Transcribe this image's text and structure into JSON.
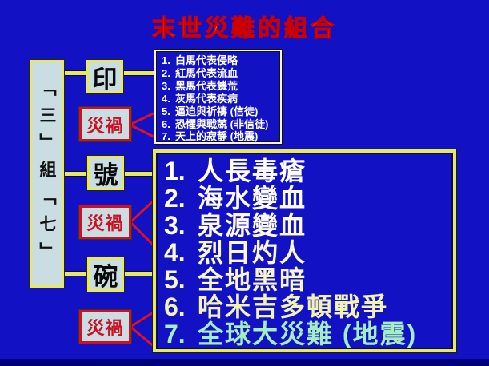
{
  "title": "末世災難的組合",
  "left_panel": {
    "label": "「三」組「七」"
  },
  "branch_boxes": [
    {
      "label": "印"
    },
    {
      "label": "號"
    },
    {
      "label": "碗"
    }
  ],
  "disaster_boxes": [
    {
      "label": "災禍"
    },
    {
      "label": "災禍"
    },
    {
      "label": "災禍"
    }
  ],
  "seal_list": {
    "items": [
      {
        "num": "1.",
        "text": "白馬代表侵略"
      },
      {
        "num": "2.",
        "text": "紅馬代表流血"
      },
      {
        "num": "3.",
        "text": "黑馬代表饑荒"
      },
      {
        "num": "4.",
        "text": "灰馬代表疾病"
      },
      {
        "num": "5.",
        "text": "逼迫與祈禱 (信徒)"
      },
      {
        "num": "6.",
        "text": "恐懼與戰兢 (非信徒)"
      },
      {
        "num": "7.",
        "text": "天上的寂靜 (地震)"
      }
    ]
  },
  "bowl_list": {
    "items": [
      {
        "num": "1.",
        "text": "人長毒瘡",
        "color": "#ffffff"
      },
      {
        "num": "2.",
        "text": "海水變血",
        "color": "#fdfdf8"
      },
      {
        "num": "3.",
        "text": "泉源變血",
        "color": "#fbfbec"
      },
      {
        "num": "4.",
        "text": "烈日灼人",
        "color": "#f9f9da"
      },
      {
        "num": "5.",
        "text": "全地黑暗",
        "color": "#f6f6c6"
      },
      {
        "num": "6.",
        "text": "哈米吉多頓戰爭",
        "color": "#f2f2b2"
      },
      {
        "num": "7.",
        "text": "全球大災難 (地震)",
        "color": "#a5eec2"
      }
    ]
  },
  "colors": {
    "background": "#1212c4",
    "box_fill": "#c9dde3",
    "accent_yellow": "#e9e95c",
    "accent_red": "#cc1122",
    "title_fill": "#ffff2e",
    "title_outline": "#cc0000",
    "seal_list_text": "#ffffff"
  }
}
